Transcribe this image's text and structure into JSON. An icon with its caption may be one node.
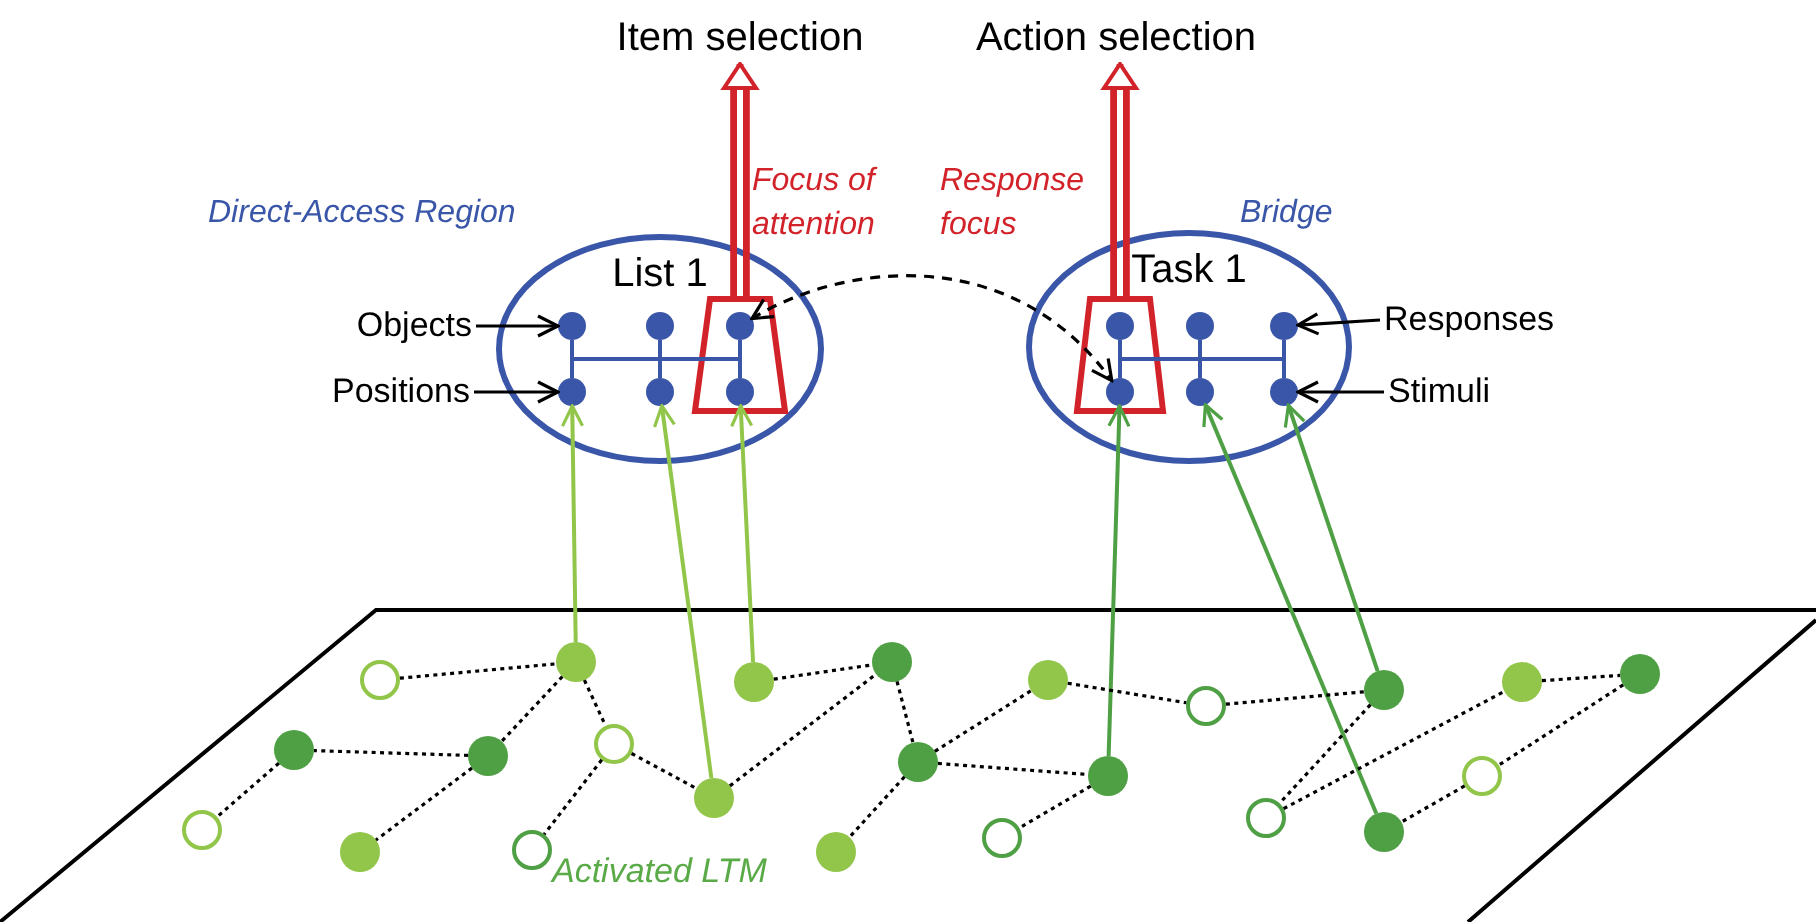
{
  "diagram": {
    "nodes": [
      {
        "text": [
          "Item selection"
        ]
      },
      {
        "text": [
          "Action selection"
        ]
      },
      {
        "text": [],
        "shape": "trapezoid",
        "beside": [
          "Focus of attention"
        ],
        "in": 4
      },
      {
        "text": [],
        "shape": "trapezoid",
        "beside": [
          "Response focus"
        ],
        "in": 5
      },
      {
        "text": [
          "List 1"
        ],
        "beside": [
          "Direct-Access Region"
        ]
      },
      {
        "text": [
          "Task 1"
        ],
        "beside": [
          "Bridge"
        ]
      },
      {
        "text": [
          "Objects"
        ]
      },
      {
        "text": [
          "Positions"
        ]
      },
      {
        "text": [
          "Responses"
        ]
      },
      {
        "text": [
          "Stimuli"
        ]
      },
      {
        "text": [],
        "shape": "circle",
        "in": 4
      },
      {
        "text": [],
        "shape": "circle",
        "in": 4
      },
      {
        "text": [],
        "shape": "circle",
        "in": 2
      },
      {
        "text": [],
        "shape": "circle",
        "in": 4
      },
      {
        "text": [],
        "shape": "circle",
        "in": 4
      },
      {
        "text": [],
        "shape": "circle",
        "in": 2
      },
      {
        "text": [],
        "shape": "circle",
        "in": 3
      },
      {
        "text": [],
        "shape": "circle",
        "in": 5
      },
      {
        "text": [],
        "shape": "circle",
        "in": 5
      },
      {
        "text": [],
        "shape": "circle",
        "in": 3
      },
      {
        "text": [],
        "shape": "circle",
        "in": 5
      },
      {
        "text": [],
        "shape": "circle",
        "in": 5
      },
      {
        "text": [],
        "shape": "circle"
      },
      {
        "text": [],
        "shape": "circle"
      },
      {
        "text": [],
        "shape": "circle"
      },
      {
        "text": [],
        "shape": "circle"
      },
      {
        "text": [],
        "shape": "circle"
      },
      {
        "text": [],
        "shape": "circle"
      },
      {
        "text": [],
        "shape": "circle"
      },
      {
        "text": [],
        "shape": "circle"
      },
      {
        "text": [],
        "shape": "circle"
      },
      {
        "text": [],
        "shape": "circle"
      },
      {
        "text": [],
        "shape": "circle"
      },
      {
        "text": [],
        "shape": "circle"
      },
      {
        "text": [],
        "shape": "circle"
      },
      {
        "text": [],
        "shape": "circle"
      },
      {
        "text": [],
        "shape": "circle"
      },
      {
        "text": [],
        "shape": "circle"
      },
      {
        "text": [],
        "shape": "circle"
      },
      {
        "text": [],
        "shape": "circle"
      },
      {
        "text": [],
        "shape": "circle"
      },
      {
        "text": [],
        "shape": "circle"
      },
      {
        "text": [],
        "shape": "circle"
      },
      {
        "text": [],
        "shape": "circle"
      },
      {
        "text": [],
        "shape": "circle"
      }
    ],
    "edges": [
      {
        "from": 2,
        "to": 0,
        "arrow": "to",
        "style": "thick",
        "color": "#d2232a"
      },
      {
        "from": 3,
        "to": 1,
        "arrow": "to",
        "style": "thick",
        "color": "#d2232a"
      },
      {
        "from": 6,
        "to": 10,
        "arrow": "to"
      },
      {
        "from": 7,
        "to": 13,
        "arrow": "to"
      },
      {
        "from": 8,
        "to": 18,
        "arrow": "to"
      },
      {
        "from": 9,
        "to": 21,
        "arrow": "to"
      },
      {
        "from": 12,
        "to": 19,
        "arrow": "both",
        "style": "dashed"
      },
      {
        "from": 10,
        "to": 13,
        "arrow": "none",
        "color": "#3a56a8"
      },
      {
        "from": 11,
        "to": 14,
        "arrow": "none",
        "color": "#3a56a8"
      },
      {
        "from": 12,
        "to": 15,
        "arrow": "none",
        "color": "#3a56a8"
      },
      {
        "from": 16,
        "to": 19,
        "arrow": "none",
        "color": "#3a56a8"
      },
      {
        "from": 17,
        "to": 20,
        "arrow": "none",
        "color": "#3a56a8"
      },
      {
        "from": 18,
        "to": 21,
        "arrow": "none",
        "color": "#3a56a8"
      },
      {
        "from": 28,
        "to": 13,
        "arrow": "to",
        "color": "#92c64a"
      },
      {
        "from": 30,
        "to": 14,
        "arrow": "to",
        "color": "#92c64a"
      },
      {
        "from": 31,
        "to": 15,
        "arrow": "to",
        "color": "#92c64a"
      },
      {
        "from": 37,
        "to": 19,
        "arrow": "to",
        "color": "#4fa044"
      },
      {
        "from": 41,
        "to": 20,
        "arrow": "to",
        "color": "#4fa044"
      },
      {
        "from": 40,
        "to": 21,
        "arrow": "to",
        "color": "#4fa044"
      },
      {
        "from": 25,
        "to": 28,
        "arrow": "none",
        "style": "dashed"
      },
      {
        "from": 28,
        "to": 26,
        "arrow": "none",
        "style": "dashed"
      },
      {
        "from": 28,
        "to": 29,
        "arrow": "none",
        "style": "dashed"
      },
      {
        "from": 26,
        "to": 23,
        "arrow": "none",
        "style": "dashed"
      },
      {
        "from": 23,
        "to": 22,
        "arrow": "none",
        "style": "dashed"
      },
      {
        "from": 26,
        "to": 24,
        "arrow": "none",
        "style": "dashed"
      },
      {
        "from": 29,
        "to": 27,
        "arrow": "none",
        "style": "dashed"
      },
      {
        "from": 29,
        "to": 30,
        "arrow": "none",
        "style": "dashed"
      },
      {
        "from": 30,
        "to": 33,
        "arrow": "none",
        "style": "dashed"
      },
      {
        "from": 31,
        "to": 33,
        "arrow": "none",
        "style": "dashed"
      },
      {
        "from": 33,
        "to": 34,
        "arrow": "none",
        "style": "dashed"
      },
      {
        "from": 34,
        "to": 32,
        "arrow": "none",
        "style": "dashed"
      },
      {
        "from": 34,
        "to": 36,
        "arrow": "none",
        "style": "dashed"
      },
      {
        "from": 34,
        "to": 37,
        "arrow": "none",
        "style": "dashed"
      },
      {
        "from": 37,
        "to": 35,
        "arrow": "none",
        "style": "dashed"
      },
      {
        "from": 36,
        "to": 38,
        "arrow": "none",
        "style": "dashed"
      },
      {
        "from": 38,
        "to": 40,
        "arrow": "none",
        "style": "dashed"
      },
      {
        "from": 40,
        "to": 39,
        "arrow": "none",
        "style": "dashed"
      },
      {
        "from": 39,
        "to": 43,
        "arrow": "none",
        "style": "dashed"
      },
      {
        "from": 43,
        "to": 44,
        "arrow": "none",
        "style": "dashed"
      },
      {
        "from": 44,
        "to": 42,
        "arrow": "none",
        "style": "dashed"
      },
      {
        "from": 42,
        "to": 41,
        "arrow": "none",
        "style": "dashed"
      }
    ],
    "labels": [
      "Activated LTM"
    ]
  }
}
